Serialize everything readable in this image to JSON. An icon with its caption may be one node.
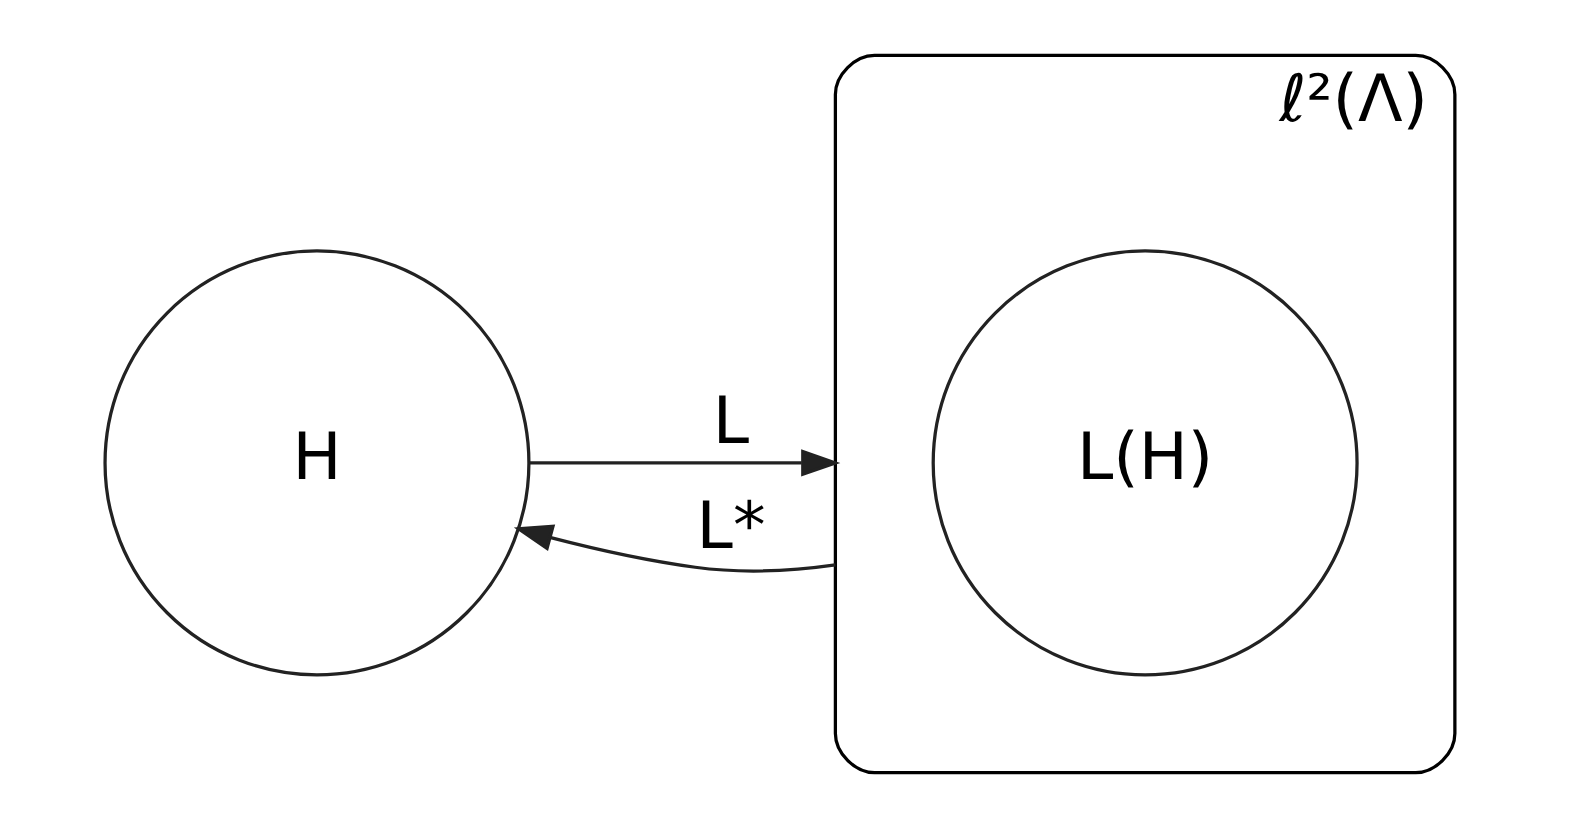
{
  "diagram": {
    "nodes": [
      {
        "text": [
          "H"
        ]
      },
      {
        "text": [
          "ℓ²(Λ)"
        ]
      },
      {
        "text": [
          "L(H)"
        ],
        "in": 1
      }
    ],
    "edges": [
      {
        "from": 0,
        "to": 1,
        "arrow": "to",
        "label": "L"
      },
      {
        "from": 1,
        "to": 0,
        "arrow": "to",
        "label": "L*"
      }
    ]
  }
}
